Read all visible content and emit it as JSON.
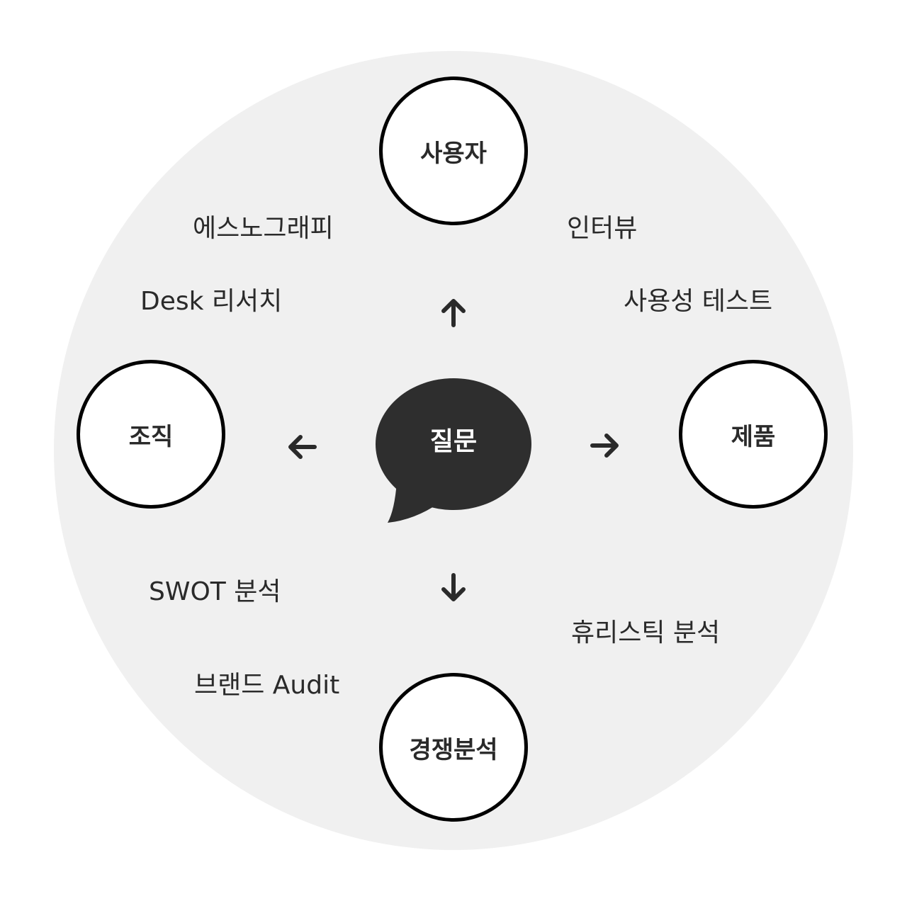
{
  "center": {
    "label": "질문"
  },
  "nodes": {
    "user": "사용자",
    "org": "조직",
    "product": "제품",
    "competition": "경쟁분석"
  },
  "methods": {
    "ethnography": "에스노그래피",
    "interview": "인터뷰",
    "desk_research": "Desk 리서치",
    "usability_test": "사용성 테스트",
    "swot": "SWOT 분석",
    "heuristic": "휴리스틱 분석",
    "brand_audit": "브랜드 Audit"
  },
  "colors": {
    "background_circle": "#f0f0f0",
    "bubble": "#2e2e2e",
    "node_border": "#000000",
    "text": "#2a2a2a"
  },
  "icons": [
    "arrow-up-icon",
    "arrow-left-icon",
    "arrow-right-icon",
    "arrow-down-icon",
    "speech-bubble-icon"
  ]
}
